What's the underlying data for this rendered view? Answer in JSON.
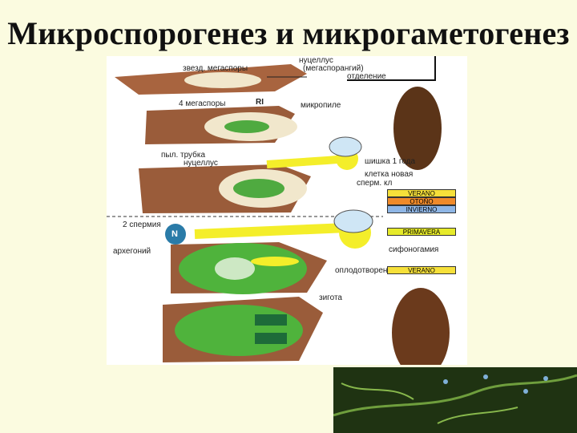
{
  "title": "Микроспорогенез и микрогаметогенез",
  "diagram": {
    "labels": {
      "nucellus_top": "нуцеллус",
      "megaspore_group": "звезд. мегаспоры",
      "megaspore_section": "(мегаспорангий)",
      "section": "отделение",
      "four_megaspores": "4 мегаспоры",
      "ri": "RI",
      "micropyle": "микропиле",
      "pollen_tube": "пыл. трубка",
      "nucellus_mid": "нуцеллус",
      "year1": "шишка 1 года",
      "body_cell": "клетка новая",
      "sperm": "сперм. кл",
      "two_sperm": "2 спермия",
      "n_label": "N",
      "archegonium": "архегоний",
      "siphonogamy": "сифоногамия",
      "fertilization": "оплодотворение",
      "zygote": "зигота"
    },
    "seasons": [
      {
        "label": "VERANO",
        "color": "#f6e03a"
      },
      {
        "label": "OTOÑO",
        "color": "#f08a2a"
      },
      {
        "label": "INVIERNO",
        "color": "#8fb6e6"
      },
      {
        "label": "PRIMAVERA",
        "color": "#e6ea2a"
      },
      {
        "label": "VERANO",
        "color": "#f6e03a"
      }
    ],
    "colors": {
      "tissue": "#9a5c3a",
      "pollen": "#f4ee2a",
      "endosperm": "#4fb33c",
      "cone": "#6b3a1c"
    }
  }
}
